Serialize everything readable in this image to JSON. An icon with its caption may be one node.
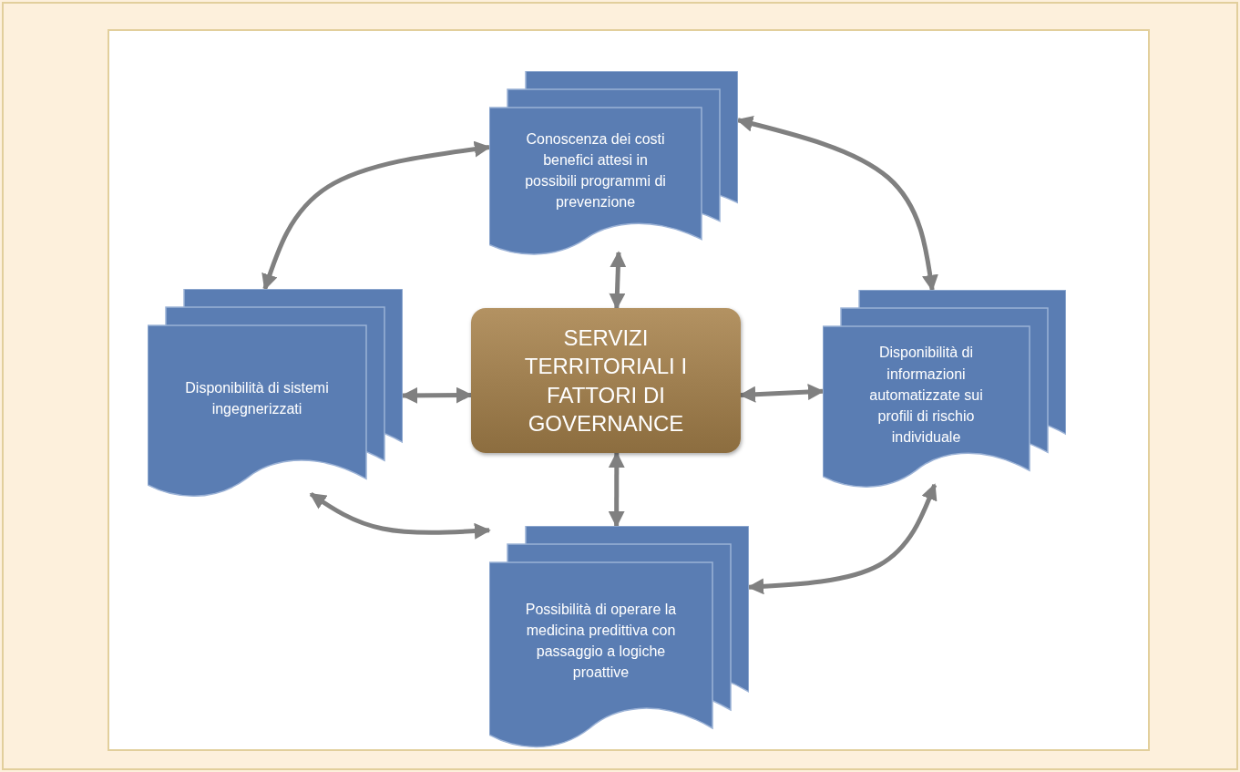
{
  "diagram": {
    "nodes": [
      {
        "text": [
          "SERVIZI TERRITORIALI I FATTORI DI GOVERNANCE"
        ]
      },
      {
        "text": [
          "Conoscenza dei costi benefici attesi in possibili programmi di prevenzione"
        ]
      },
      {
        "text": [
          "Disponibilità di sistemi ingegnerizzati"
        ]
      },
      {
        "text": [
          "Disponibilità di informazioni automatizzate sui profili di rischio individuale"
        ]
      },
      {
        "text": [
          "Possibilità di operare la medicina predittiva con passaggio a logiche proattive"
        ]
      }
    ],
    "edges": [
      {
        "from": 0,
        "to": 1,
        "arrow": "both"
      },
      {
        "from": 0,
        "to": 2,
        "arrow": "both"
      },
      {
        "from": 0,
        "to": 3,
        "arrow": "both"
      },
      {
        "from": 0,
        "to": 4,
        "arrow": "both"
      },
      {
        "from": 1,
        "to": 2,
        "arrow": "both"
      },
      {
        "from": 1,
        "to": 3,
        "arrow": "both"
      },
      {
        "from": 2,
        "to": 4,
        "arrow": "both"
      },
      {
        "from": 3,
        "to": 4,
        "arrow": "both"
      }
    ]
  }
}
